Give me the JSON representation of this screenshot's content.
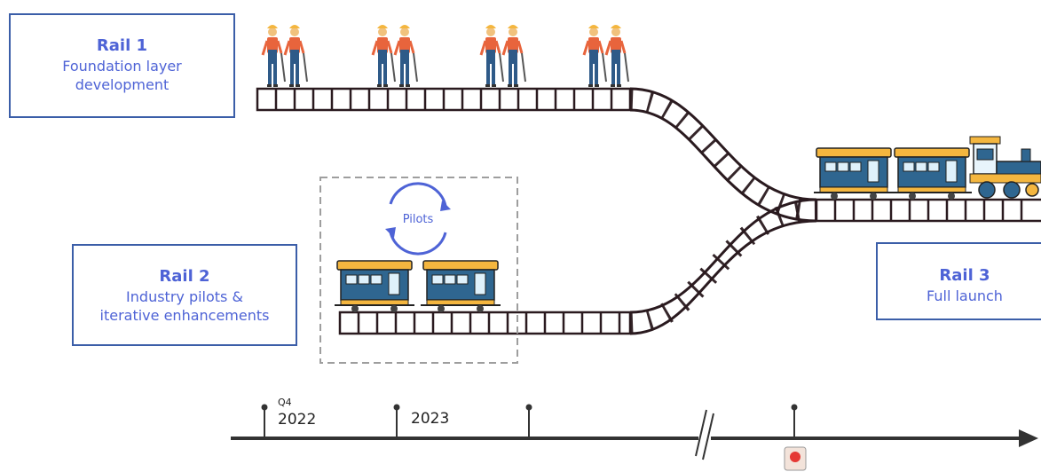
{
  "rails": [
    {
      "title": "Rail 1",
      "subtitle_lines": [
        "Foundation layer",
        "development"
      ]
    },
    {
      "title": "Rail 2",
      "subtitle_lines": [
        "Industry pilots &",
        "iterative enhancements"
      ]
    },
    {
      "title": "Rail 3",
      "subtitle_lines": [
        "Full launch"
      ]
    }
  ],
  "pilots_label": "Pilots",
  "timeline": {
    "quarter_label": "Q4",
    "years": [
      "2022",
      "2023"
    ]
  },
  "colors": {
    "accent_text": "#4e63d6",
    "box_border": "#3b5ea8",
    "track": "#2a1a1f",
    "train_body": "#2f6690",
    "train_roof": "#f4b63f",
    "worker_shirt": "#e8643c",
    "worker_pants": "#2e5a88",
    "pilot_cycle": "#4e63d6",
    "timeline": "#333333",
    "cursor_dot": "#e53935"
  },
  "icons": [
    "worker-icon",
    "train-car-icon",
    "locomotive-icon",
    "cycle-arrows-icon",
    "cursor-icon"
  ]
}
